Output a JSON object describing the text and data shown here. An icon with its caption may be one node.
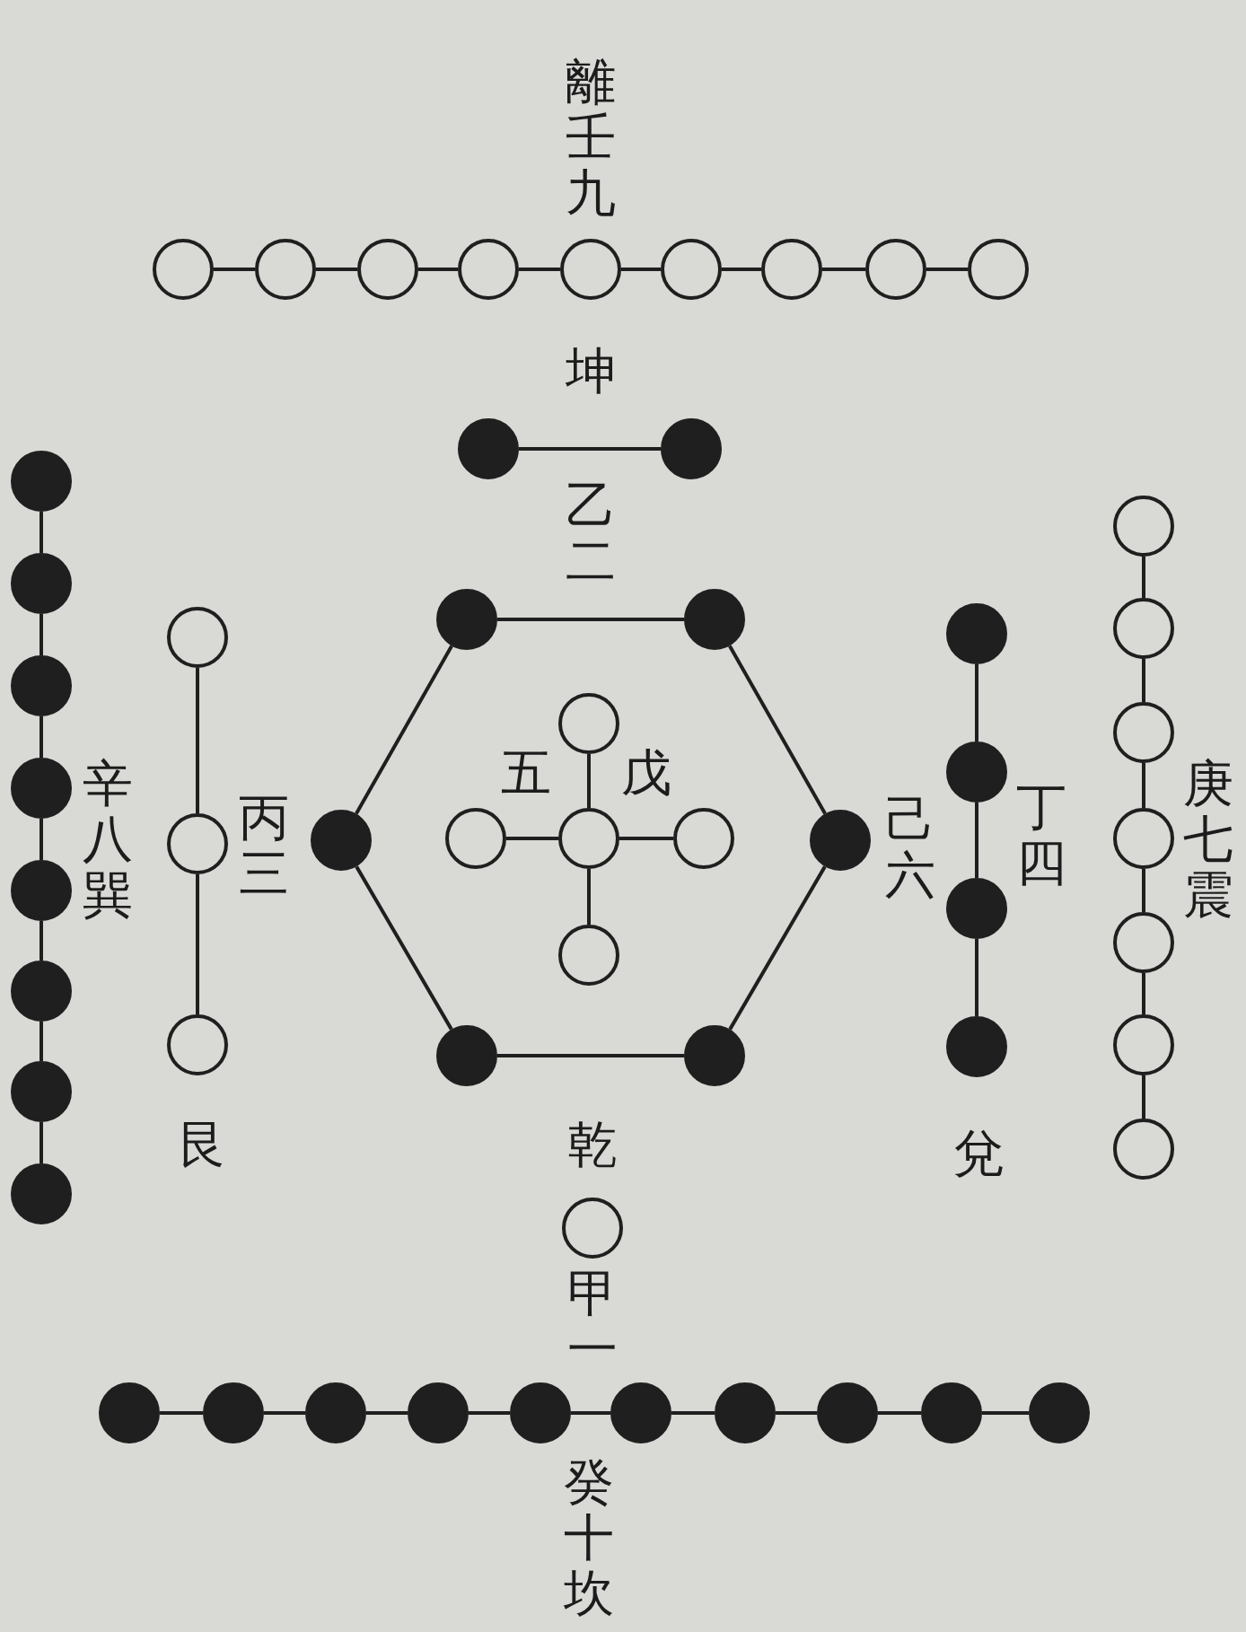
{
  "diagram": {
    "nodes": [
      {
        "text": [],
        "shape": "circle"
      },
      {
        "text": [],
        "shape": "circle"
      },
      {
        "text": [],
        "shape": "circle"
      },
      {
        "text": [],
        "shape": "circle"
      },
      {
        "text": [],
        "shape": "circle"
      },
      {
        "text": [],
        "shape": "circle"
      },
      {
        "text": [],
        "shape": "circle"
      },
      {
        "text": [],
        "shape": "circle"
      },
      {
        "text": [],
        "shape": "circle"
      },
      {
        "text": [],
        "shape": "dot"
      },
      {
        "text": [],
        "shape": "dot"
      },
      {
        "text": [],
        "shape": "dot"
      },
      {
        "text": [],
        "shape": "dot"
      },
      {
        "text": [],
        "shape": "dot"
      },
      {
        "text": [],
        "shape": "dot"
      },
      {
        "text": [],
        "shape": "dot"
      },
      {
        "text": [],
        "shape": "dot"
      },
      {
        "text": [],
        "shape": "dot"
      },
      {
        "text": [],
        "shape": "dot"
      },
      {
        "text": [],
        "shape": "circle"
      },
      {
        "text": [],
        "shape": "circle"
      },
      {
        "text": [],
        "shape": "circle"
      },
      {
        "text": [],
        "shape": "dot"
      },
      {
        "text": [],
        "shape": "dot"
      },
      {
        "text": [],
        "shape": "dot"
      },
      {
        "text": [],
        "shape": "dot"
      },
      {
        "text": [],
        "shape": "dot"
      },
      {
        "text": [],
        "shape": "dot"
      },
      {
        "text": [],
        "shape": "circle"
      },
      {
        "text": [],
        "shape": "circle"
      },
      {
        "text": [],
        "shape": "circle"
      },
      {
        "text": [],
        "shape": "circle"
      },
      {
        "text": [],
        "shape": "circle"
      },
      {
        "text": [],
        "shape": "dot"
      },
      {
        "text": [],
        "shape": "dot"
      },
      {
        "text": [],
        "shape": "dot"
      },
      {
        "text": [],
        "shape": "dot"
      },
      {
        "text": [],
        "shape": "circle"
      },
      {
        "text": [],
        "shape": "circle"
      },
      {
        "text": [],
        "shape": "circle"
      },
      {
        "text": [],
        "shape": "circle"
      },
      {
        "text": [],
        "shape": "circle"
      },
      {
        "text": [],
        "shape": "circle"
      },
      {
        "text": [],
        "shape": "circle"
      },
      {
        "text": [],
        "shape": "circle"
      },
      {
        "text": [],
        "shape": "dot"
      },
      {
        "text": [],
        "shape": "dot"
      },
      {
        "text": [],
        "shape": "dot"
      },
      {
        "text": [],
        "shape": "dot"
      },
      {
        "text": [],
        "shape": "dot"
      },
      {
        "text": [],
        "shape": "dot"
      },
      {
        "text": [],
        "shape": "dot"
      },
      {
        "text": [],
        "shape": "dot"
      },
      {
        "text": [],
        "shape": "dot"
      },
      {
        "text": [],
        "shape": "dot"
      }
    ],
    "edges": [
      {
        "from": 0,
        "to": 1,
        "arrow": "none"
      },
      {
        "from": 1,
        "to": 2,
        "arrow": "none"
      },
      {
        "from": 2,
        "to": 3,
        "arrow": "none"
      },
      {
        "from": 3,
        "to": 4,
        "arrow": "none"
      },
      {
        "from": 4,
        "to": 5,
        "arrow": "none"
      },
      {
        "from": 5,
        "to": 6,
        "arrow": "none"
      },
      {
        "from": 6,
        "to": 7,
        "arrow": "none"
      },
      {
        "from": 7,
        "to": 8,
        "arrow": "none"
      },
      {
        "from": 9,
        "to": 10,
        "arrow": "none"
      },
      {
        "from": 11,
        "to": 12,
        "arrow": "none"
      },
      {
        "from": 12,
        "to": 13,
        "arrow": "none"
      },
      {
        "from": 13,
        "to": 14,
        "arrow": "none"
      },
      {
        "from": 14,
        "to": 15,
        "arrow": "none"
      },
      {
        "from": 15,
        "to": 16,
        "arrow": "none"
      },
      {
        "from": 16,
        "to": 17,
        "arrow": "none"
      },
      {
        "from": 17,
        "to": 18,
        "arrow": "none"
      },
      {
        "from": 19,
        "to": 20,
        "arrow": "none"
      },
      {
        "from": 20,
        "to": 21,
        "arrow": "none"
      },
      {
        "from": 22,
        "to": 23,
        "arrow": "none"
      },
      {
        "from": 23,
        "to": 25,
        "arrow": "none"
      },
      {
        "from": 25,
        "to": 27,
        "arrow": "none"
      },
      {
        "from": 27,
        "to": 26,
        "arrow": "none"
      },
      {
        "from": 26,
        "to": 24,
        "arrow": "none"
      },
      {
        "from": 24,
        "to": 22,
        "arrow": "none"
      },
      {
        "from": 30,
        "to": 28,
        "arrow": "none"
      },
      {
        "from": 30,
        "to": 29,
        "arrow": "none"
      },
      {
        "from": 30,
        "to": 31,
        "arrow": "none"
      },
      {
        "from": 30,
        "to": 32,
        "arrow": "none"
      },
      {
        "from": 33,
        "to": 34,
        "arrow": "none"
      },
      {
        "from": 34,
        "to": 35,
        "arrow": "none"
      },
      {
        "from": 35,
        "to": 36,
        "arrow": "none"
      },
      {
        "from": 37,
        "to": 38,
        "arrow": "none"
      },
      {
        "from": 38,
        "to": 39,
        "arrow": "none"
      },
      {
        "from": 39,
        "to": 40,
        "arrow": "none"
      },
      {
        "from": 40,
        "to": 41,
        "arrow": "none"
      },
      {
        "from": 41,
        "to": 42,
        "arrow": "none"
      },
      {
        "from": 42,
        "to": 43,
        "arrow": "none"
      },
      {
        "from": 45,
        "to": 46,
        "arrow": "none"
      },
      {
        "from": 46,
        "to": 47,
        "arrow": "none"
      },
      {
        "from": 47,
        "to": 48,
        "arrow": "none"
      },
      {
        "from": 48,
        "to": 49,
        "arrow": "none"
      },
      {
        "from": 49,
        "to": 50,
        "arrow": "none"
      },
      {
        "from": 50,
        "to": 51,
        "arrow": "none"
      },
      {
        "from": 51,
        "to": 52,
        "arrow": "none"
      },
      {
        "from": 52,
        "to": 53,
        "arrow": "none"
      },
      {
        "from": 53,
        "to": 54,
        "arrow": "none"
      }
    ],
    "labels": [
      "離壬九",
      "坤",
      "乙二",
      "辛八巽",
      "丙三",
      "五",
      "戊",
      "己六",
      "丁四",
      "庚七震",
      "艮",
      "乾",
      "兌",
      "甲一",
      "癸十坎"
    ]
  }
}
